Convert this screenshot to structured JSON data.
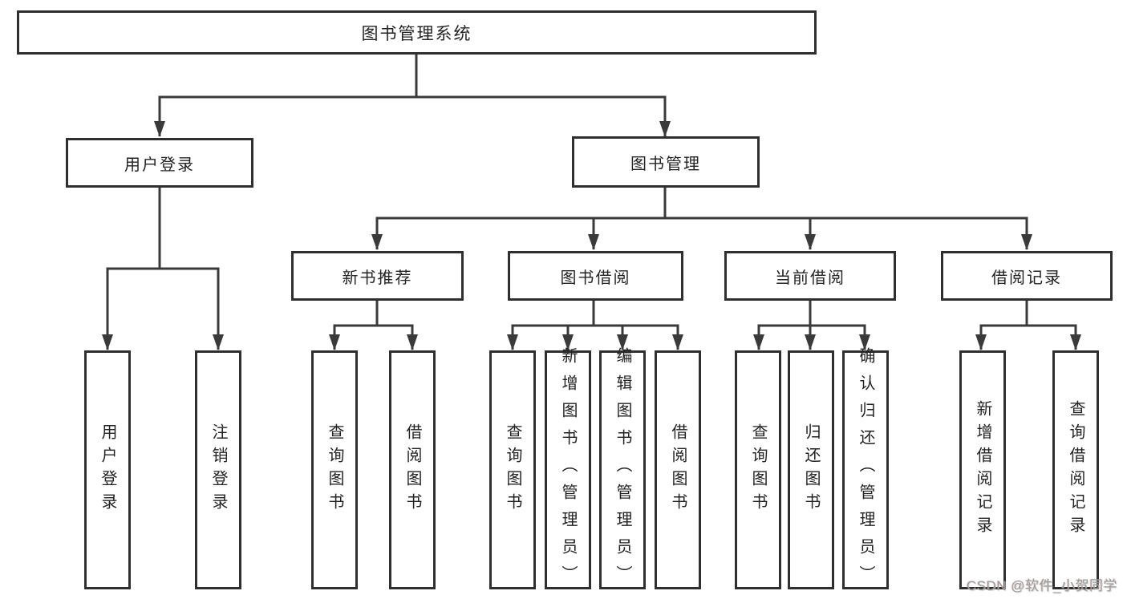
{
  "diagram": {
    "root": {
      "label": "图书管理系统"
    },
    "branches": {
      "user_login": {
        "label": "用户登录",
        "children": [
          "用户登录",
          "注销登录"
        ]
      },
      "book_management": {
        "label": "图书管理",
        "sections": [
          {
            "label": "新书推荐",
            "children": [
              "查询图书",
              "借阅图书"
            ]
          },
          {
            "label": "图书借阅",
            "children": [
              "查询图书",
              "新增图书（管理员）",
              "编辑图书（管理员）",
              "借阅图书"
            ]
          },
          {
            "label": "当前借阅",
            "children": [
              "查询图书",
              "归还图书",
              "确认归还（管理员）"
            ]
          },
          {
            "label": "借阅记录",
            "children": [
              "新增借阅记录",
              "查询借阅记录"
            ]
          }
        ]
      }
    },
    "watermark": "CSDN @软件_小贺同学",
    "colors": {
      "line": "#3a3a3a",
      "border": "#2f2f2f",
      "text": "#232323",
      "watermark": "#9a9a9a",
      "background": "#ffffff"
    }
  }
}
